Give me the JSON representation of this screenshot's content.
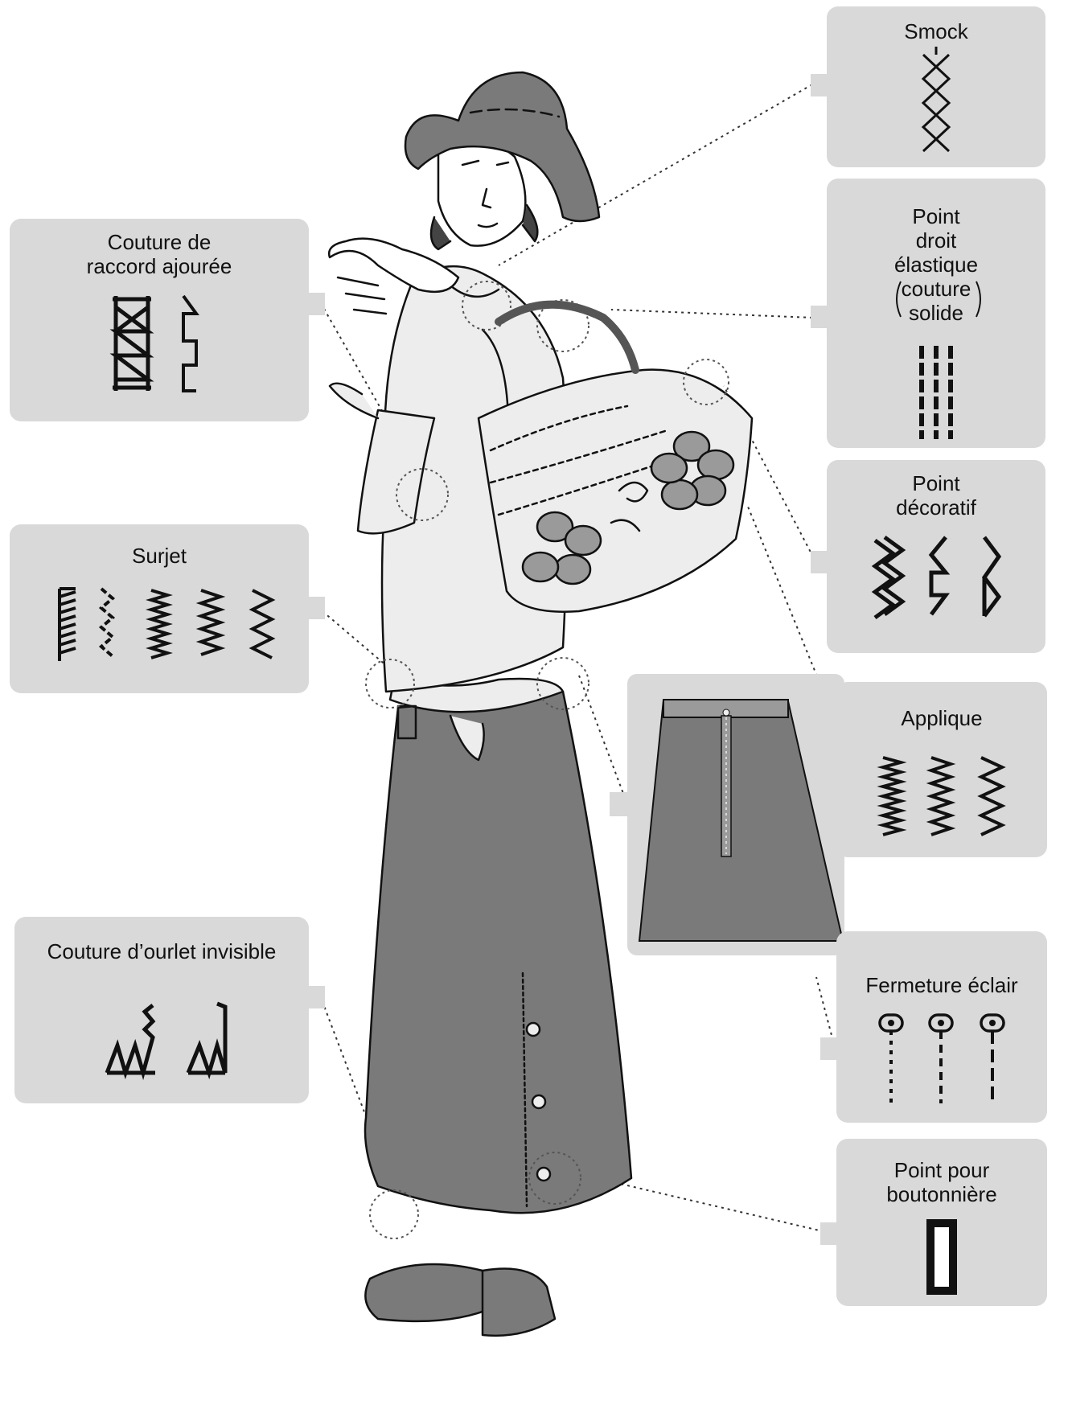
{
  "labels": {
    "smock": "Smock",
    "point_droit_line1": "Point",
    "point_droit_line2": "droit",
    "point_droit_line3": "élastique",
    "point_droit_line4": "couture",
    "point_droit_line5": "solide",
    "decoratif_line1": "Point",
    "decoratif_line2": "décoratif",
    "applique": "Applique",
    "fermeture": "Fermeture éclair",
    "bouton_line1": "Point pour",
    "bouton_line2": "boutonnière",
    "raccord_line1": "Couture de",
    "raccord_line2": "raccord ajourée",
    "surjet": "Surjet",
    "ourlet": "Couture d’ourlet invisible"
  },
  "colors": {
    "box_fill": "#d9d9d9",
    "garment_dark": "#7a7a7a",
    "garment_mid": "#9a9a9a",
    "garment_light": "#ededed",
    "ink": "#111111"
  }
}
